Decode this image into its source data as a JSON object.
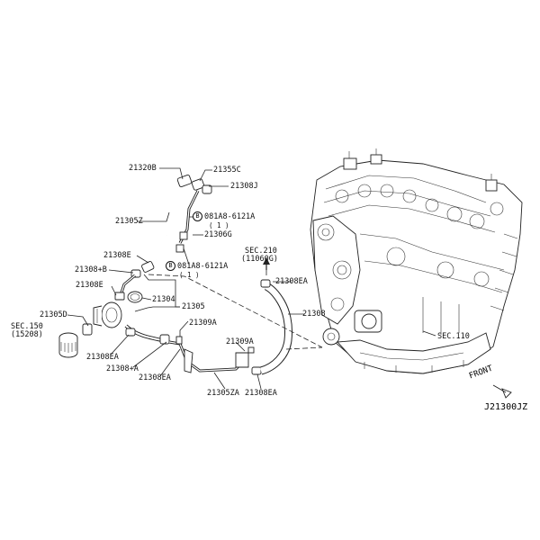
{
  "labels": {
    "p21320B": "21320B",
    "p21355C": "21355C",
    "p21308J": "21308J",
    "p21305Z": "21305Z",
    "bolt1_code": "081A8-6121A",
    "bolt1_qty": "( 1 )",
    "bolt_marker": "B",
    "p21306G": "21306G",
    "p21308E": "21308E",
    "bolt2_code": "081A8-6121A",
    "bolt2_qty": "( 1 )",
    "p21308B": "21308+B",
    "p21308E_b": "21308E",
    "p21304": "21304",
    "p21305": "21305",
    "p21305D": "21305D",
    "sec150": "SEC.150",
    "sec150_sub": "(15208)",
    "p21309A_a": "21309A",
    "p21308EA_a": "21308EA",
    "p21308A": "21308+A",
    "p21308EA_b": "21308EA",
    "p21309A_b": "21309A",
    "p21305ZA": "21305ZA",
    "p21308EA_c": "21308EA",
    "sec210": "SEC.210",
    "sec210_sub": "(11060G)",
    "p21308EA_d": "21308EA",
    "p21308": "21308",
    "sec110": "SEC.110",
    "front": "FRONT",
    "code": "J21300JZ"
  }
}
